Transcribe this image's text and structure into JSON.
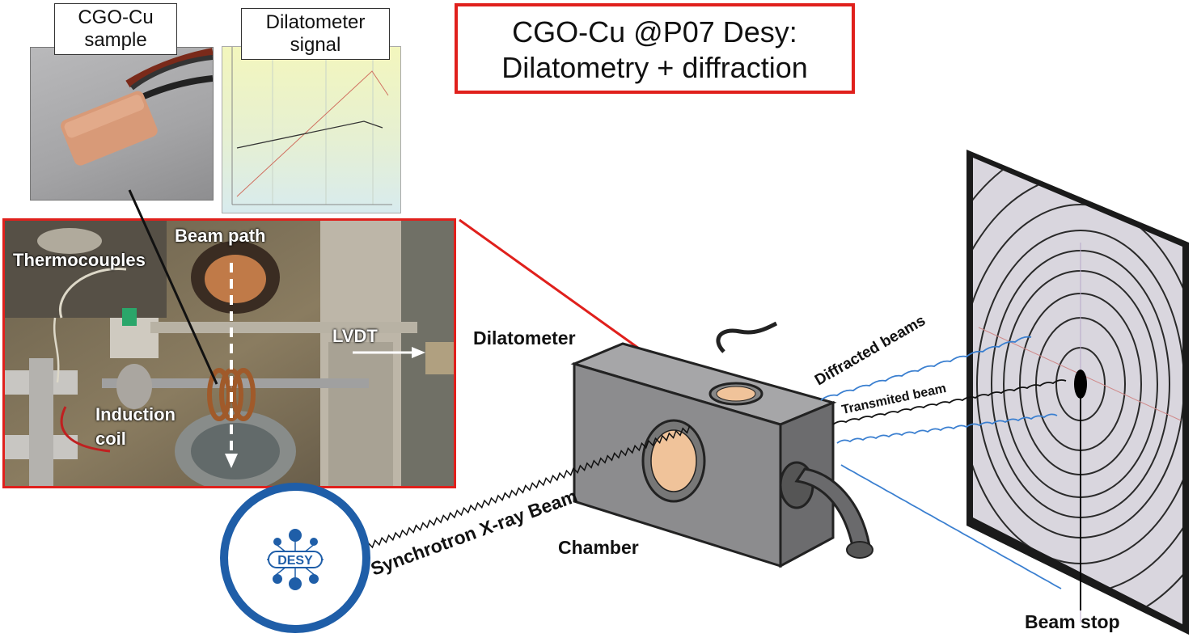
{
  "title": {
    "line1": "CGO-Cu @P07 Desy:",
    "line2": "Dilatometry + diffraction"
  },
  "sample_label": {
    "line1": "CGO-Cu",
    "line2": "sample"
  },
  "signal_label": {
    "line1": "Dilatometer",
    "line2": "signal"
  },
  "photo_labels": {
    "beam_path": "Beam path",
    "thermocouples": "Thermocouples",
    "lvdt": "LVDT",
    "induction_line1": "Induction",
    "induction_line2": "coil"
  },
  "diagram_labels": {
    "dilatometer": "Dilatometer",
    "diffracted_beams": "Diffracted beams",
    "transmited_beam": "Transmited beam",
    "synchrotron_beam": "Synchrotron X-ray Beam",
    "chamber": "Chamber",
    "beam_stop": "Beam stop",
    "desy_logo": "DESY"
  },
  "colors": {
    "accent_red": "#e0201c",
    "desy_blue": "#1f5ea8",
    "diffracted_blue": "#3a7fd0",
    "chamber_gray": "#8c8c8e",
    "window_peach": "#f0c39a"
  }
}
